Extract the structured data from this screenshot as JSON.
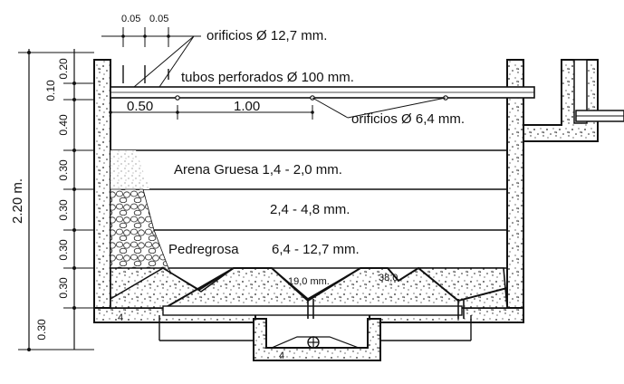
{
  "top_spacing": {
    "a": "0.05",
    "b": "0.05"
  },
  "labels": {
    "orifices_top": "orificios Ø 12,7 mm.",
    "perforated_pipe": "tubos perforados Ø 100 mm.",
    "orifices_small": "orificios Ø 6,4 mm.",
    "spacing_050": "0.50",
    "spacing_100": "1.00"
  },
  "layers": {
    "l1": "Arena Gruesa  1,4 - 2,0 mm.",
    "l2": "2,4 - 4,8 mm.",
    "l3_name": "Pedregrosa",
    "l3_size": "6,4 - 12,7 mm.",
    "l4": "19,0 mm.",
    "l5": "38,0"
  },
  "total_height": "2.20 m.",
  "vertical_dims": [
    "0.20",
    "0.10",
    "0.40",
    "0.30",
    "0.30",
    "0.30",
    "0.30",
    "0.30"
  ],
  "slab_mark": "4",
  "colors": {
    "ink": "#111111",
    "paper": "#ffffff"
  }
}
